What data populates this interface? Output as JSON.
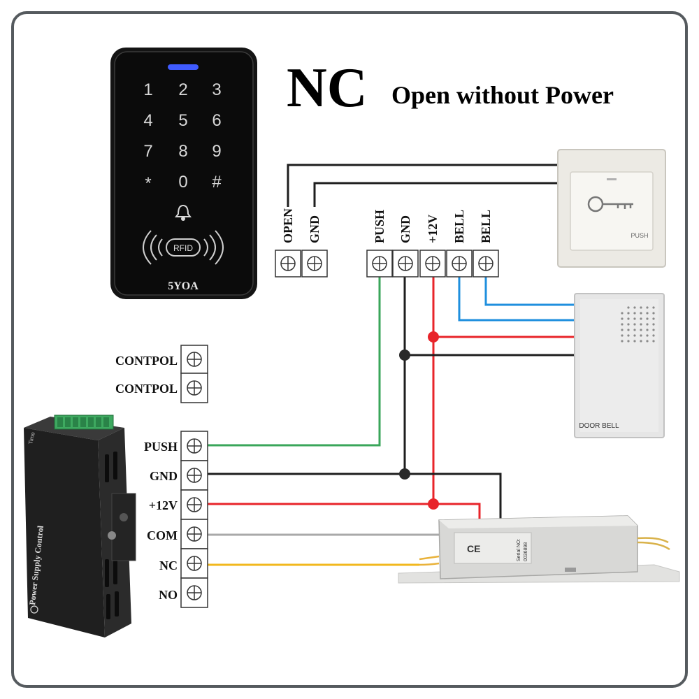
{
  "title": {
    "main": "NC",
    "sub": "Open without Power"
  },
  "keypad": {
    "keys": [
      "1",
      "2",
      "3",
      "4",
      "5",
      "6",
      "7",
      "8",
      "9",
      "*",
      "0",
      "#"
    ],
    "rfid_label": "RFID",
    "brand": "5YOA"
  },
  "exit_button": {
    "label": "PUSH"
  },
  "door_bell": {
    "label": "DOOR BELL"
  },
  "keypad_terminals": [
    {
      "label": "OPEN"
    },
    {
      "label": "GND"
    },
    {
      "label": "PUSH"
    },
    {
      "label": "GND"
    },
    {
      "label": "+12V"
    },
    {
      "label": "BELL"
    },
    {
      "label": "BELL"
    }
  ],
  "psu_terminals": [
    {
      "label": "CONTPOL"
    },
    {
      "label": "CONTPOL"
    },
    {
      "label": "PUSH"
    },
    {
      "label": "GND"
    },
    {
      "label": "+12V"
    },
    {
      "label": "COM"
    },
    {
      "label": "NC"
    },
    {
      "label": "NO"
    }
  ],
  "power_supply": {
    "label": "Power Supply Control",
    "side_text": "Time"
  },
  "lock": {
    "serial_prefix": "Serial NO:",
    "serial_number": "0036898"
  },
  "wire_colors": {
    "black": "#1e1e1e",
    "red": "#e8242a",
    "blue": "#1f8fde",
    "green": "#3aa65a",
    "gray": "#a9a9a9",
    "yellow": "#f2b81e"
  }
}
